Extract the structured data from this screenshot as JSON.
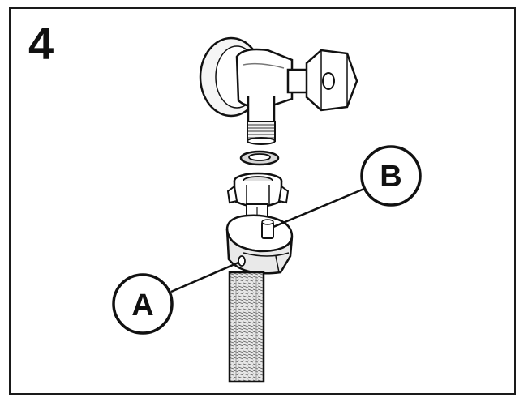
{
  "step": {
    "number": "4"
  },
  "callouts": {
    "a_label": "A",
    "b_label": "B"
  },
  "colors": {
    "ink": "#111111",
    "paper": "#ffffff",
    "shade": "#cfcfcf"
  }
}
